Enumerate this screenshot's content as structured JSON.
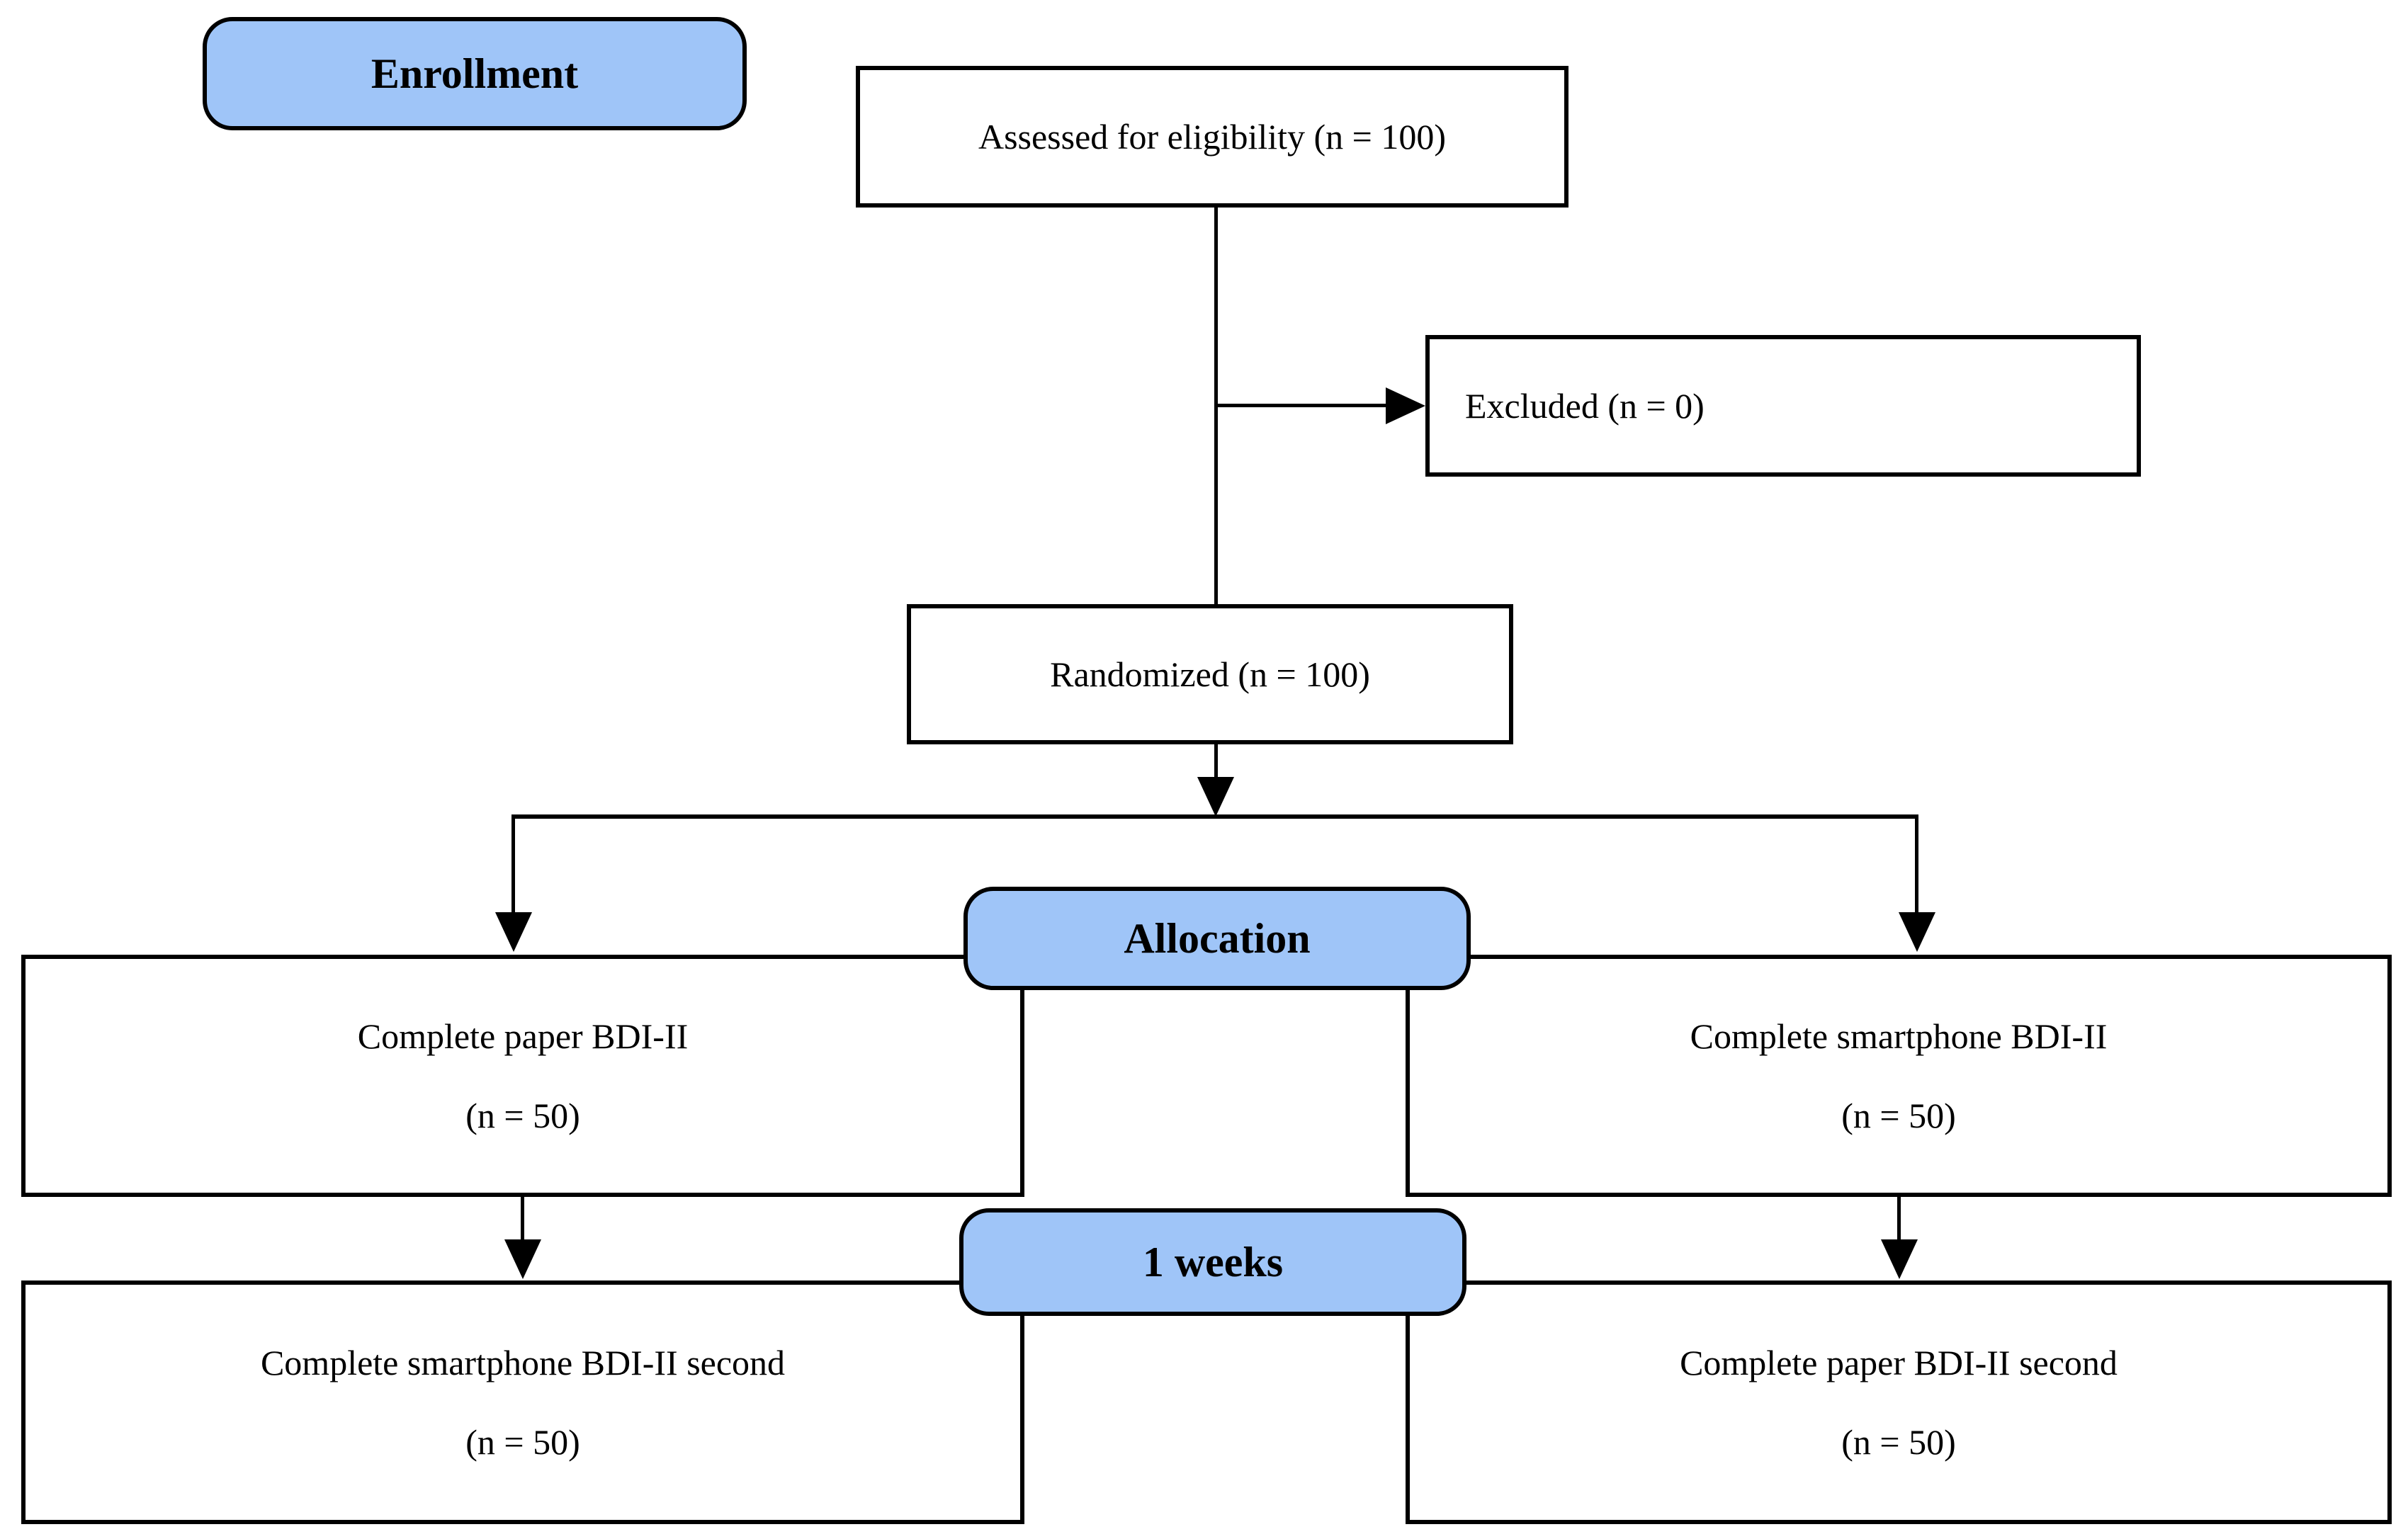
{
  "colors": {
    "badge_fill": "#9fc5f8",
    "border": "#000000",
    "box_fill": "#ffffff",
    "text": "#000000"
  },
  "badges": {
    "enrollment": {
      "label": "Enrollment"
    },
    "allocation": {
      "label": "Allocation"
    },
    "week": {
      "label": "1 weeks"
    }
  },
  "nodes": {
    "assessed": {
      "label": "Assessed for eligibility (n = 100)"
    },
    "excluded": {
      "label": "Excluded (n = 0)"
    },
    "randomized": {
      "label": "Randomized (n = 100)"
    },
    "alloc_left": {
      "line1": "Complete paper BDI-II",
      "line2": "(n = 50)"
    },
    "alloc_right": {
      "line1": "Complete smartphone BDI-II",
      "line2": "(n = 50)"
    },
    "week_left": {
      "line1": "Complete smartphone BDI-II second",
      "line2": "(n = 50)"
    },
    "week_right": {
      "line1": "Complete paper BDI-II second",
      "line2": "(n = 50)"
    }
  }
}
